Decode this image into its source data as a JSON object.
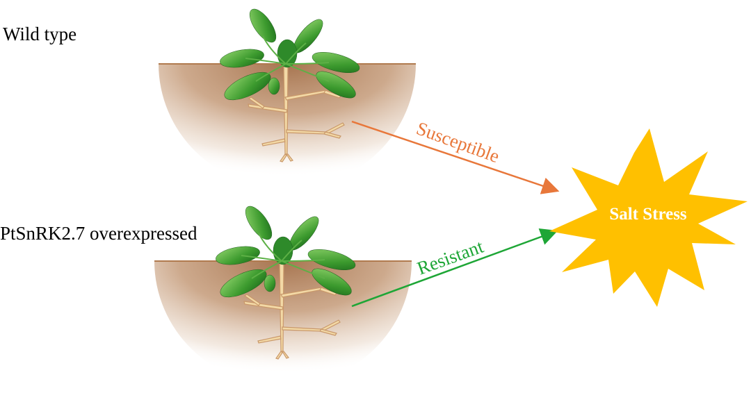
{
  "labels": {
    "wild_type": "Wild type",
    "overexpressed": "PtSnRK2.7 overexpressed",
    "susceptible": "Susceptible",
    "resistant": "Resistant",
    "salt_stress": "Salt Stress"
  },
  "colors": {
    "susceptible": "#E8773A",
    "resistant": "#1EA636",
    "burst": "#FFC000",
    "burst_text": "#FFFFFF",
    "soil": "#A77550",
    "ground_line": "#B07A4E",
    "leaf_dark": "#1F7A1F",
    "leaf_light": "#6CC04A",
    "root": "#F3D9A6",
    "root_outline": "#C9986A"
  }
}
